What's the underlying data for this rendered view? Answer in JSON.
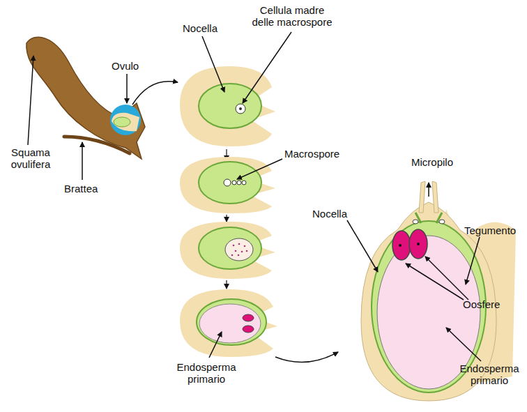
{
  "diagram": {
    "labels": [
      "Squama ovulifera",
      "Brattea",
      "Ovulo",
      "Nocella",
      "Cellula madre delle macrospore",
      "Macrospore",
      "Endosperma primario",
      "Micropilo",
      "Tegumento",
      "Nocella",
      "Oosfere",
      "Endosperma primario"
    ]
  }
}
